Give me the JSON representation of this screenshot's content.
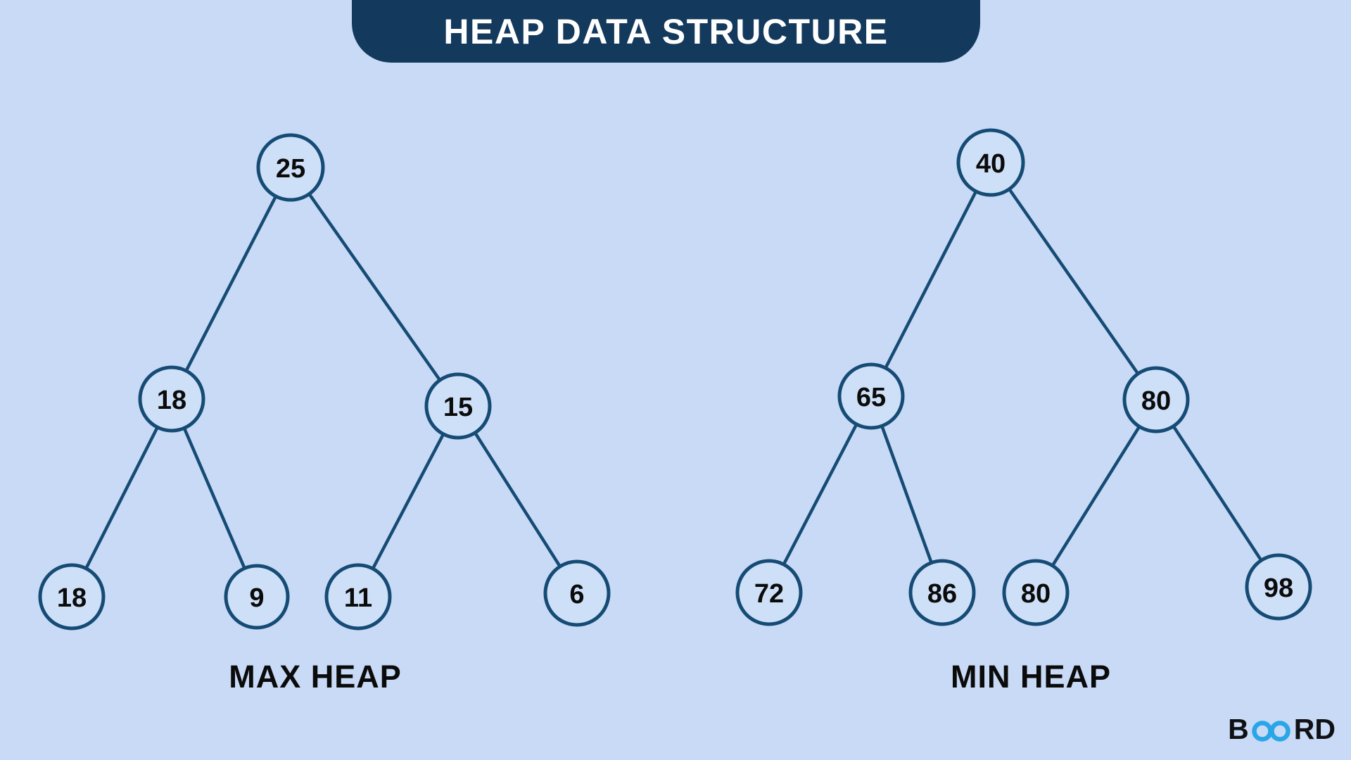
{
  "title": "HEAP DATA STRUCTURE",
  "colors": {
    "background": "#c8daf5",
    "banner": "#133a5c",
    "stroke": "#154b74",
    "node_fill": "#cee0f8",
    "node_text": "#0b0b0b",
    "label_text": "#0b0b0b",
    "title_text": "#ffffff",
    "logo_text": "#101114",
    "logo_accent": "#29a6e8"
  },
  "trees": {
    "max": {
      "label": "MAX HEAP",
      "nodes": [
        {
          "id": "root",
          "value": "25"
        },
        {
          "id": "left",
          "value": "18"
        },
        {
          "id": "right",
          "value": "15"
        },
        {
          "id": "left-left",
          "value": "18"
        },
        {
          "id": "left-right",
          "value": "9"
        },
        {
          "id": "right-left",
          "value": "11"
        },
        {
          "id": "right-right",
          "value": "6"
        }
      ]
    },
    "min": {
      "label": "MIN HEAP",
      "nodes": [
        {
          "id": "root",
          "value": "40"
        },
        {
          "id": "left",
          "value": "65"
        },
        {
          "id": "right",
          "value": "80"
        },
        {
          "id": "left-left",
          "value": "72"
        },
        {
          "id": "left-right",
          "value": "86"
        },
        {
          "id": "right-left",
          "value": "80"
        },
        {
          "id": "right-right",
          "value": "98"
        }
      ]
    }
  },
  "logo": {
    "text": "BOARD",
    "part_left": "B",
    "part_right": "RD",
    "icon": "infinity-icon"
  }
}
